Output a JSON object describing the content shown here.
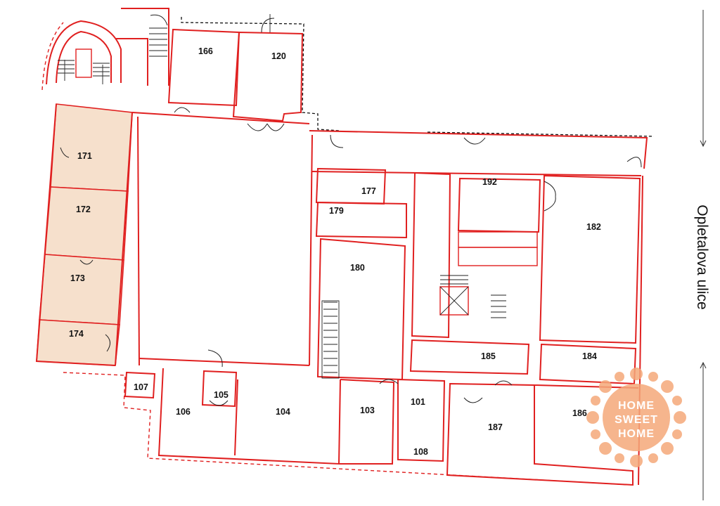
{
  "street_name": "Opletalova ulice",
  "colors": {
    "wall": "#e02020",
    "highlight_fill": "#f6e0cc",
    "logo": "#f5a97a",
    "text": "#111111"
  },
  "highlighted_rooms": [
    "171",
    "172",
    "173",
    "174"
  ],
  "rooms": {
    "r166": "166",
    "r120": "120",
    "r171": "171",
    "r172": "172",
    "r173": "173",
    "r174": "174",
    "r177": "177",
    "r179": "179",
    "r180": "180",
    "r192": "192",
    "r182": "182",
    "r185": "185",
    "r184": "184",
    "r107": "107",
    "r105": "105",
    "r106": "106",
    "r104": "104",
    "r103": "103",
    "r101": "101",
    "r108": "108",
    "r187": "187",
    "r186": "186"
  },
  "logo": {
    "line1": "HOME",
    "line2": "SWEET",
    "line3": "HOME",
    "icon": "sun-house-logo-icon"
  }
}
